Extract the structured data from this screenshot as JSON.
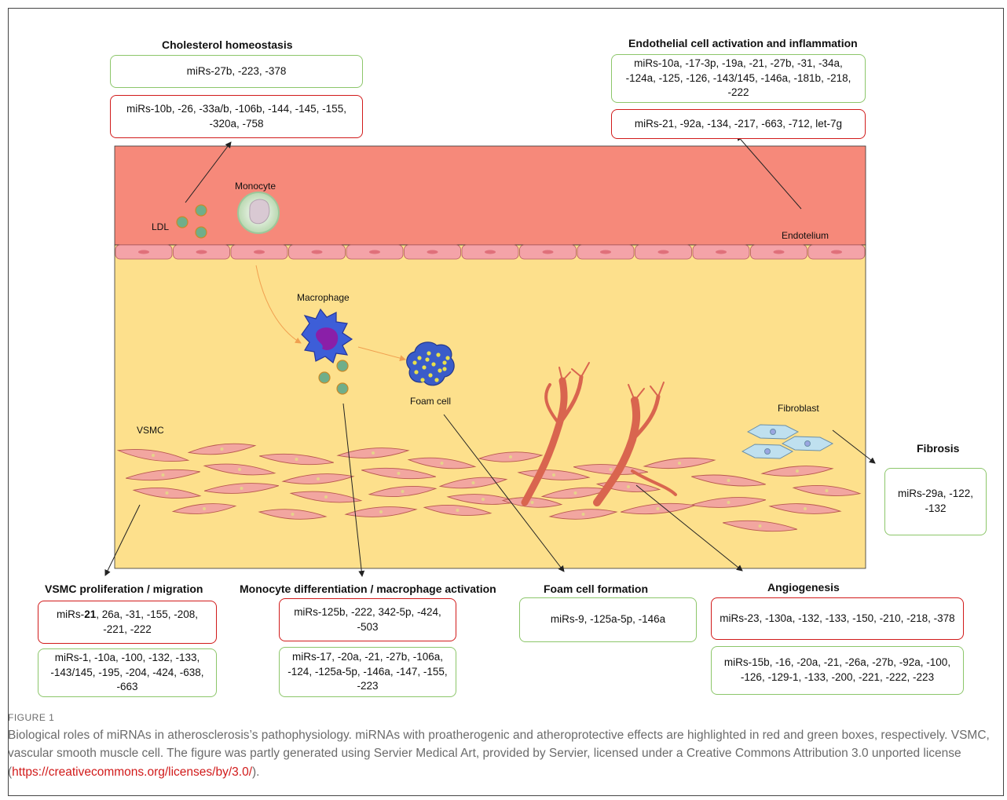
{
  "labels": {
    "ldl": "LDL",
    "monocyte": "Monocyte",
    "endothelium": "Endotelium",
    "macrophage": "Macrophage",
    "foam_cell": "Foam cell",
    "fibroblast": "Fibroblast",
    "vsmc": "VSMC"
  },
  "sections": {
    "cholesterol": {
      "title": "Cholesterol homeostasis",
      "green": "miRs-27b, -223, -378",
      "red": "miRs-10b, -26, -33a/b, -106b, -144, -145, -155, -320a, -758"
    },
    "endothelial": {
      "title": "Endothelial cell activation and inflammation",
      "green": "miRs-10a, -17-3p, -19a, -21, -27b, -31, -34a, -124a, -125, -126, -143/145, -146a, -181b, -218, -222",
      "red": "miRs-21, -92a, -134, -217, -663, -712, let-7g"
    },
    "fibrosis": {
      "title": "Fibrosis",
      "green": "miRs-29a, -122, -132"
    },
    "vsmc": {
      "title": "VSMC proliferation / migration",
      "red_prefix": "miRs-",
      "red_bold": "21",
      "red_rest": ", 26a, -31, -155, -208, -221, -222",
      "green": "miRs-1, -10a, -100, -132, -133, -143/145, -195, -204, -424, -638, -663"
    },
    "monocyte": {
      "title": "Monocyte differentiation / macrophage activation",
      "red": "miRs-125b, -222, 342-5p, -424, -503",
      "green": "miRs-17, -20a, -21, -27b, -106a, -124, -125a-5p, -146a, -147, -155, -223"
    },
    "foam": {
      "title": "Foam cell formation",
      "green": "miRs-9, -125a-5p, -146a"
    },
    "angiogenesis": {
      "title": "Angiogenesis",
      "red": "miRs-23, -130a, -132, -133, -150, -210, -218, -378",
      "green": "miRs-15b, -16, -20a, -21, -26a, -27b, -92a, -100, -126, -129-1, -133, -200, -221, -222, -223"
    }
  },
  "caption": {
    "label": "FIGURE 1",
    "text": "Biological roles of miRNAs in atherosclerosis’s pathophysiology. miRNAs with proatherogenic and atheroprotective effects are highlighted in red and green boxes, respectively. VSMC, vascular smooth muscle cell. The figure was partly generated using Servier Medical Art, provided by Servier, licensed under a Creative Commons Attribution 3.0 unported license (",
    "link": "https://creativecommons.org/licenses/by/3.0/",
    "end": ")."
  },
  "colors": {
    "endothelium": "#f6897a",
    "intima": "#fde08c",
    "cell_pink": "#f2a6a0",
    "green_border": "#8cc66a",
    "red_border": "#d11a1a",
    "link": "#d11a1a"
  }
}
